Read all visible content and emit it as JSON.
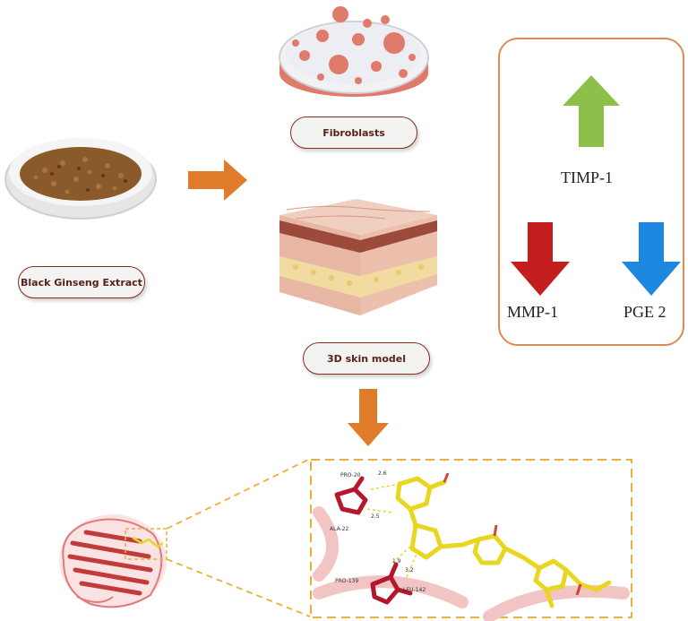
{
  "labels": {
    "extract": "Black Ginseng Extract",
    "fibroblasts": "Fibroblasts",
    "skin_model": "3D skin model"
  },
  "markers": {
    "up": "TIMP-1",
    "down_left": "MMP-1",
    "down_right": "PGE 2"
  },
  "docking": {
    "residues": [
      "PRO-20",
      "ALA-22",
      "PRO-139",
      "LEU-142"
    ],
    "distances": [
      "2.6",
      "2.5",
      "1.9",
      "3.2"
    ]
  },
  "colors": {
    "arrow_flow": "#e07b2a",
    "up_arrow": "#8dc04a",
    "down_red": "#c41e1e",
    "down_blue": "#1e88e0",
    "panel_border": "#d98a55",
    "zoom_dash": "#e8b23a",
    "ligand": "#e8d620",
    "residue": "#b3182c"
  }
}
